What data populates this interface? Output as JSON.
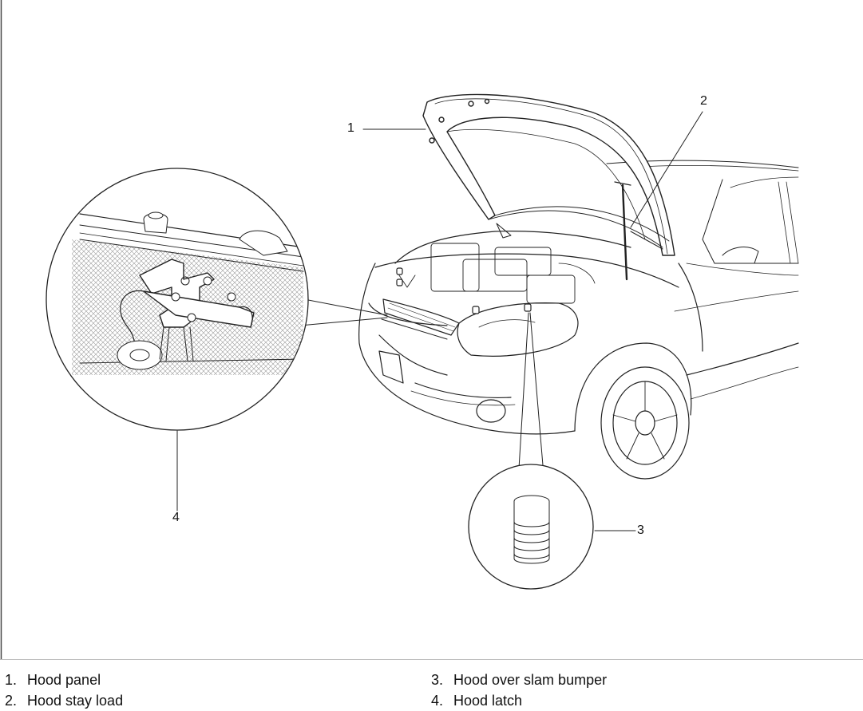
{
  "callouts": {
    "c1": "1",
    "c2": "2",
    "c3": "3",
    "c4": "4"
  },
  "legend": {
    "items": [
      {
        "number": "1.",
        "label": "Hood panel"
      },
      {
        "number": "2.",
        "label": "Hood stay load"
      },
      {
        "number": "3.",
        "label": "Hood over slam bumper"
      },
      {
        "number": "4.",
        "label": "Hood latch"
      }
    ]
  },
  "colors": {
    "line": "#222222",
    "mesh": "#9a9a9a",
    "divider": "#bdbdbd"
  }
}
